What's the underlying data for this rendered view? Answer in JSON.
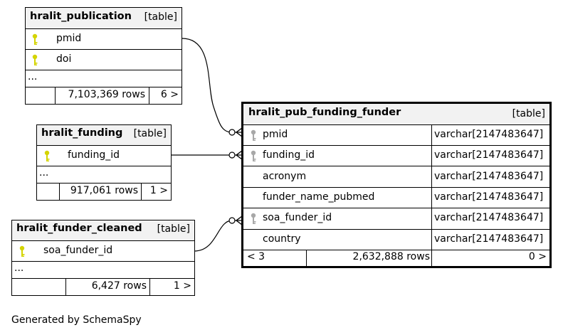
{
  "tables": {
    "publication": {
      "name": "hralit_publication",
      "tag": "[table]",
      "columns": [
        {
          "name": "pmid",
          "icon": "primary-key-icon"
        },
        {
          "name": "doi",
          "icon": "primary-key-icon"
        }
      ],
      "more": "...",
      "rows": "7,103,369 rows",
      "children": "6 >"
    },
    "funding": {
      "name": "hralit_funding",
      "tag": "[table]",
      "columns": [
        {
          "name": "funding_id",
          "icon": "primary-key-icon"
        }
      ],
      "more": "...",
      "rows": "917,061 rows",
      "children": "1 >"
    },
    "funder_cleaned": {
      "name": "hralit_funder_cleaned",
      "tag": "[table]",
      "columns": [
        {
          "name": "soa_funder_id",
          "icon": "primary-key-icon"
        }
      ],
      "more": "...",
      "rows": "6,427 rows",
      "children": "1 >"
    },
    "pub_funding_funder": {
      "name": "hralit_pub_funding_funder",
      "tag": "[table]",
      "columns": [
        {
          "name": "pmid",
          "type": "varchar[2147483647]",
          "icon": "foreign-key-icon"
        },
        {
          "name": "funding_id",
          "type": "varchar[2147483647]",
          "icon": "foreign-key-icon"
        },
        {
          "name": "acronym",
          "type": "varchar[2147483647]",
          "icon": ""
        },
        {
          "name": "funder_name_pubmed",
          "type": "varchar[2147483647]",
          "icon": ""
        },
        {
          "name": "soa_funder_id",
          "type": "varchar[2147483647]",
          "icon": "foreign-key-icon"
        },
        {
          "name": "country",
          "type": "varchar[2147483647]",
          "icon": ""
        }
      ],
      "parents": "< 3",
      "rows": "2,632,888 rows",
      "children": "0 >"
    }
  },
  "colors": {
    "primary_key": "#d4d400",
    "foreign_key": "#a8a8a8",
    "header_bg": "#f2f2f2",
    "line": "#000000"
  },
  "footer": "Generated by SchemaSpy"
}
